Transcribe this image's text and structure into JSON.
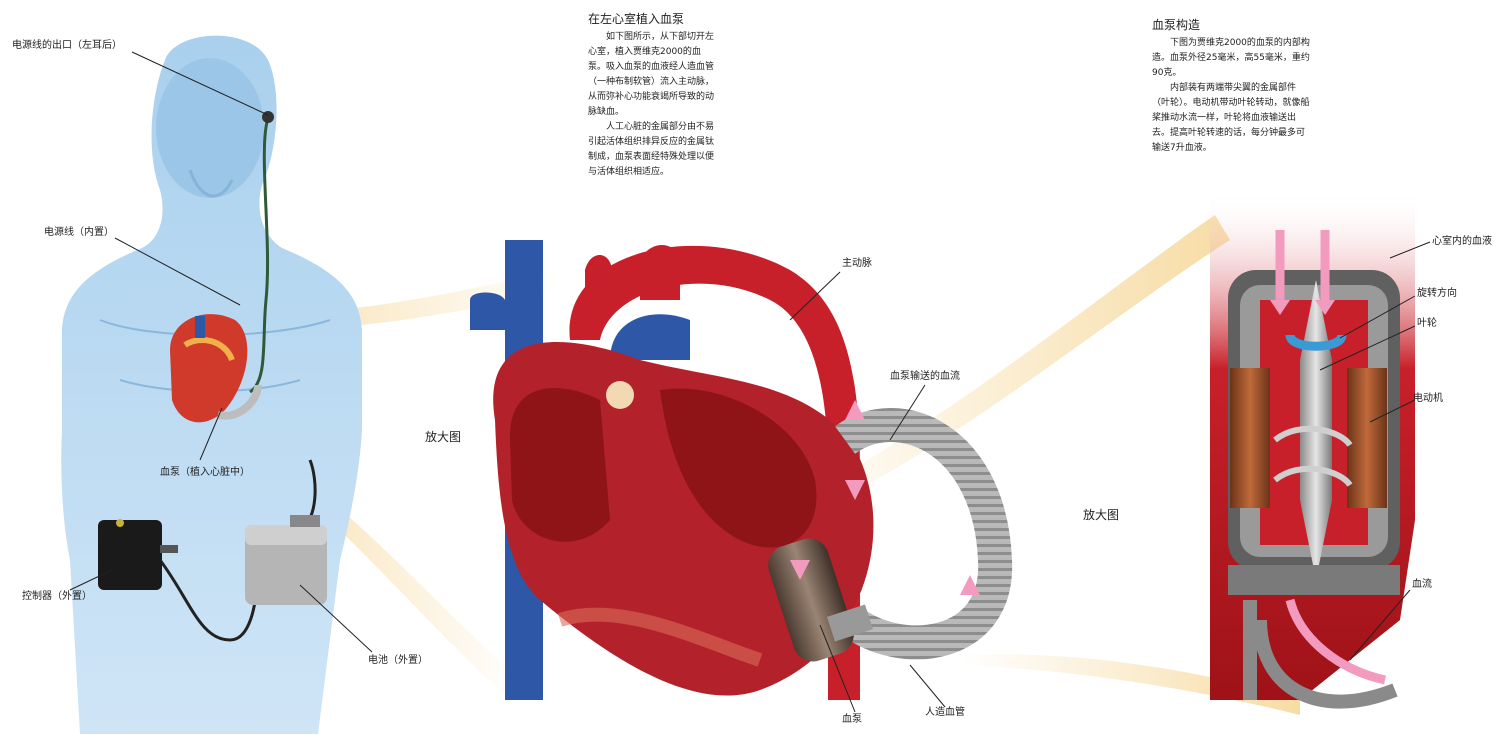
{
  "colors": {
    "body_fill": "#9ec8e8",
    "heart_red": "#c8202a",
    "heart_dark": "#8e1418",
    "vein_blue": "#2f57a8",
    "glow": "#f6d89a",
    "pump_metal": "#6e6e6e",
    "motor_copper": "#a0522d",
    "blood_arrow": "#f29bbf",
    "rotation_arrow": "#3a9ad6"
  },
  "labels": {
    "cable_exit": "电源线的出口（左耳后）",
    "cable_internal": "电源线（内置）",
    "pump_in_heart": "血泵（植入心脏中）",
    "controller": "控制器（外置）",
    "battery": "电池（外置）",
    "magnified_1": "放大图",
    "aorta": "主动脉",
    "pump_blood_flow": "血泵输送的血流",
    "pump": "血泵",
    "graft": "人造血管",
    "magnified_2": "放大图",
    "ventricle_blood": "心室内的血液",
    "rotation": "旋转方向",
    "impeller": "叶轮",
    "motor": "电动机",
    "blood_flow": "血流"
  },
  "text_block_1": {
    "title": "在左心室植入血泵",
    "p1": "如下图所示，从下部切开左心室，植入贾维克2000的血泵。吸入血泵的血液经人造血管（一种布制软管）流入主动脉，从而弥补心功能衰竭所导致的动脉缺血。",
    "p2": "人工心脏的金属部分由不易引起活体组织排异反应的金属钛制成，血泵表面经特殊处理以便与活体组织相适应。"
  },
  "text_block_2": {
    "title": "血泵构造",
    "p1": "下图为贾维克2000的血泵的内部构造。血泵外径25毫米，高55毫米，重约90克。",
    "p2": "内部装有两端带尖翼的金属部件（叶轮）。电动机带动叶轮转动，就像船桨推动水流一样，叶轮将血液输送出去。提高叶轮转速的话，每分钟最多可输送7升血液。"
  }
}
